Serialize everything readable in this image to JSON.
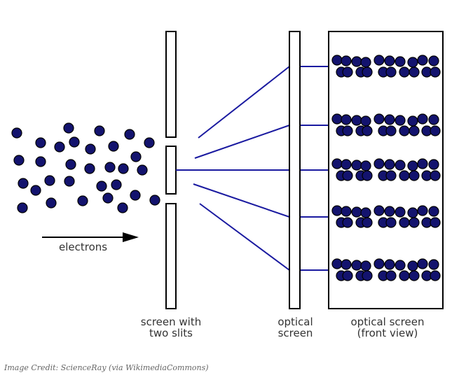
{
  "labels": {
    "electrons": "electrons",
    "screen_two_slits": "screen with\ntwo slits",
    "optical_screen": "optical\nscreen",
    "optical_screen_front": "optical screen\n(front view)"
  },
  "credit": "Image Credit: ScienceRay (via WikimediaCommons)",
  "colors": {
    "electron_fill": "#13136e",
    "ray_line": "#1a1aa0",
    "outline": "#000000"
  }
}
